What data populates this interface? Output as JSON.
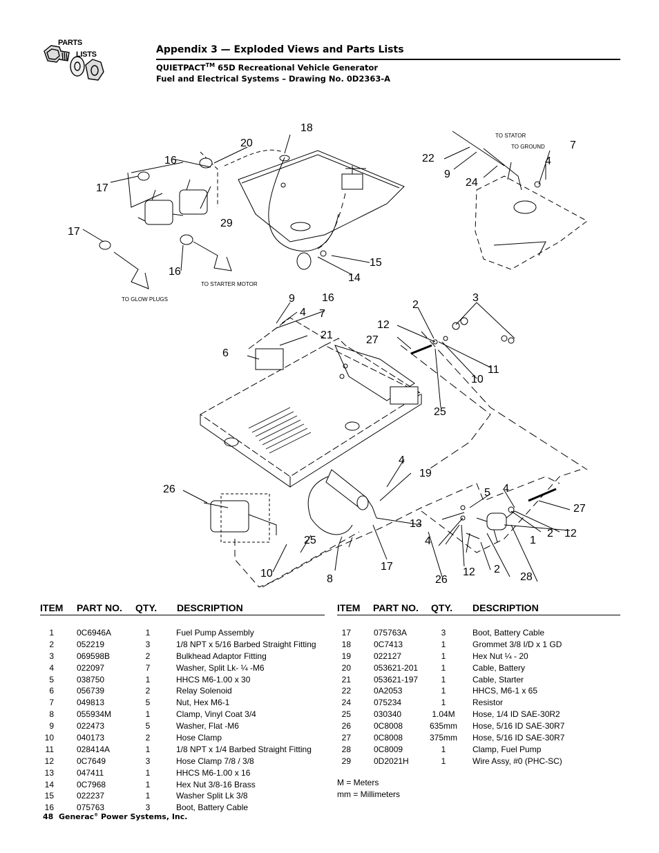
{
  "logo": {
    "line1": "PARTS",
    "line2": "LISTS"
  },
  "header": {
    "title": "Appendix 3 — Exploded Views and Parts Lists",
    "product": "QUIETPACT",
    "trademark": "TM",
    "product_rest": " 65D Recreational Vehicle Generator",
    "subtitle": "Fuel and Electrical Systems – Drawing No. 0D2363-A"
  },
  "drawing": {
    "callouts": [
      "18",
      "20",
      "16",
      "17",
      "29",
      "17",
      "16",
      "22",
      "9",
      "24",
      "4",
      "7",
      "15",
      "14",
      "9",
      "16",
      "4",
      "7",
      "21",
      "6",
      "2",
      "3",
      "12",
      "27",
      "11",
      "10",
      "25",
      "4",
      "19",
      "26",
      "5",
      "4",
      "27",
      "13",
      "2",
      "12",
      "1",
      "4",
      "25",
      "10",
      "8",
      "17",
      "26",
      "12",
      "2",
      "28"
    ],
    "notes": {
      "to_stator": "TO STATOR",
      "to_ground": "TO GROUND",
      "to_starter_motor": "TO STARTER MOTOR",
      "to_glow_plugs": "TO GLOW PLUGS"
    }
  },
  "table": {
    "headers": {
      "item": "ITEM",
      "part_no": "PART NO.",
      "qty": "QTY.",
      "description": "DESCRIPTION"
    },
    "left_rows": [
      {
        "item": "1",
        "part": "0C6946A",
        "qty": "1",
        "desc": "Fuel Pump Assembly"
      },
      {
        "item": "2",
        "part": "052219",
        "qty": "3",
        "desc": "1/8  NPT x 5/16 Barbed Straight Fitting"
      },
      {
        "item": "3",
        "part": "069598B",
        "qty": "2",
        "desc": "Bulkhead Adaptor Fitting"
      },
      {
        "item": "4",
        "part": "022097",
        "qty": "7",
        "desc": "Washer, Split Lk- ¼ -M6"
      },
      {
        "item": "5",
        "part": "038750",
        "qty": "1",
        "desc": "HHCS M6-1.00 x 30"
      },
      {
        "item": "6",
        "part": "056739",
        "qty": "2",
        "desc": "Relay Solenoid"
      },
      {
        "item": "7",
        "part": "049813",
        "qty": "5",
        "desc": "Nut, Hex M6-1"
      },
      {
        "item": "8",
        "part": "055934M",
        "qty": "1",
        "desc": "Clamp, Vinyl Coat 3/4"
      },
      {
        "item": "9",
        "part": "022473",
        "qty": "5",
        "desc": "Washer, Flat -M6"
      },
      {
        "item": "10",
        "part": "040173",
        "qty": "2",
        "desc": "Hose Clamp"
      },
      {
        "item": "11",
        "part": "028414A",
        "qty": "1",
        "desc": "1/8  NPT x 1/4 Barbed Straight Fitting"
      },
      {
        "item": "12",
        "part": "0C7649",
        "qty": "3",
        "desc": "Hose Clamp 7/8 / 3/8"
      },
      {
        "item": "13",
        "part": "047411",
        "qty": "1",
        "desc": "HHCS M6-1.00 x 16"
      },
      {
        "item": "14",
        "part": "0C7968",
        "qty": "1",
        "desc": "Hex Nut 3/8-16 Brass"
      },
      {
        "item": "15",
        "part": "022237",
        "qty": "1",
        "desc": "Washer Split Lk 3/8"
      },
      {
        "item": "16",
        "part": "075763",
        "qty": "3",
        "desc": "Boot, Battery Cable"
      }
    ],
    "right_rows": [
      {
        "item": "17",
        "part": "075763A",
        "qty": "3",
        "desc": "Boot, Battery Cable"
      },
      {
        "item": "18",
        "part": "0C7413",
        "qty": "1",
        "desc": "Grommet 3/8 I/D x 1 GD"
      },
      {
        "item": "19",
        "part": "022127",
        "qty": "1",
        "desc": "Hex Nut  ¼ - 20"
      },
      {
        "item": "20",
        "part": "053621-201",
        "qty": "1",
        "desc": "Cable, Battery"
      },
      {
        "item": "21",
        "part": "053621-197",
        "qty": "1",
        "desc": "Cable, Starter"
      },
      {
        "item": "22",
        "part": "0A2053",
        "qty": "1",
        "desc": "HHCS, M6-1 x 65"
      },
      {
        "item": "24",
        "part": "075234",
        "qty": "1",
        "desc": "Resistor"
      },
      {
        "item": "25",
        "part": "030340",
        "qty": "1.04M",
        "desc": "Hose, 1/4 ID SAE-30R2"
      },
      {
        "item": "26",
        "part": "0C8008",
        "qty": "635mm",
        "desc": "Hose, 5/16 ID SAE-30R7"
      },
      {
        "item": "27",
        "part": "0C8008",
        "qty": "375mm",
        "desc": "Hose, 5/16 ID SAE-30R7"
      },
      {
        "item": "28",
        "part": "0C8009",
        "qty": "1",
        "desc": "Clamp, Fuel Pump"
      },
      {
        "item": "29",
        "part": "0D2021H",
        "qty": "1",
        "desc": "Wire Assy, #0 (PHC-SC)"
      }
    ],
    "notes": [
      "M = Meters",
      "mm = Millimeters"
    ]
  },
  "footer": {
    "page": "48",
    "company": "Generac",
    "reg": "®",
    "company_rest": " Power Systems, Inc."
  }
}
